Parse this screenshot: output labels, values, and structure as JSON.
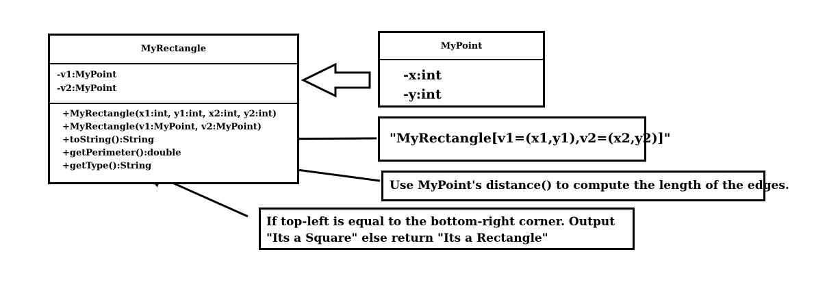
{
  "my_rectangle": {
    "name": "MyRectangle",
    "attributes": [
      "-v1:MyPoint",
      "-v2:MyPoint"
    ],
    "methods": [
      "+MyRectangle(x1:int, y1:int, x2:int, y2:int)",
      "+MyRectangle(v1:MyPoint, v2:MyPoint)",
      "+toString():String",
      "+getPerimeter():double",
      "+getType():String"
    ]
  },
  "my_point": {
    "name": "MyPoint",
    "attributes": [
      "-x:int",
      "-y:int"
    ]
  },
  "notes": {
    "to_string": "\"MyRectangle[v1=(x1,y1),v2=(x2,y2)]\"",
    "get_perimeter": "Use MyPoint's distance() to compute the length of the edges.",
    "get_type": "If top-left is equal to the bottom-right corner. Output \"Its a Square\" else return \"Its a Rectangle\""
  }
}
